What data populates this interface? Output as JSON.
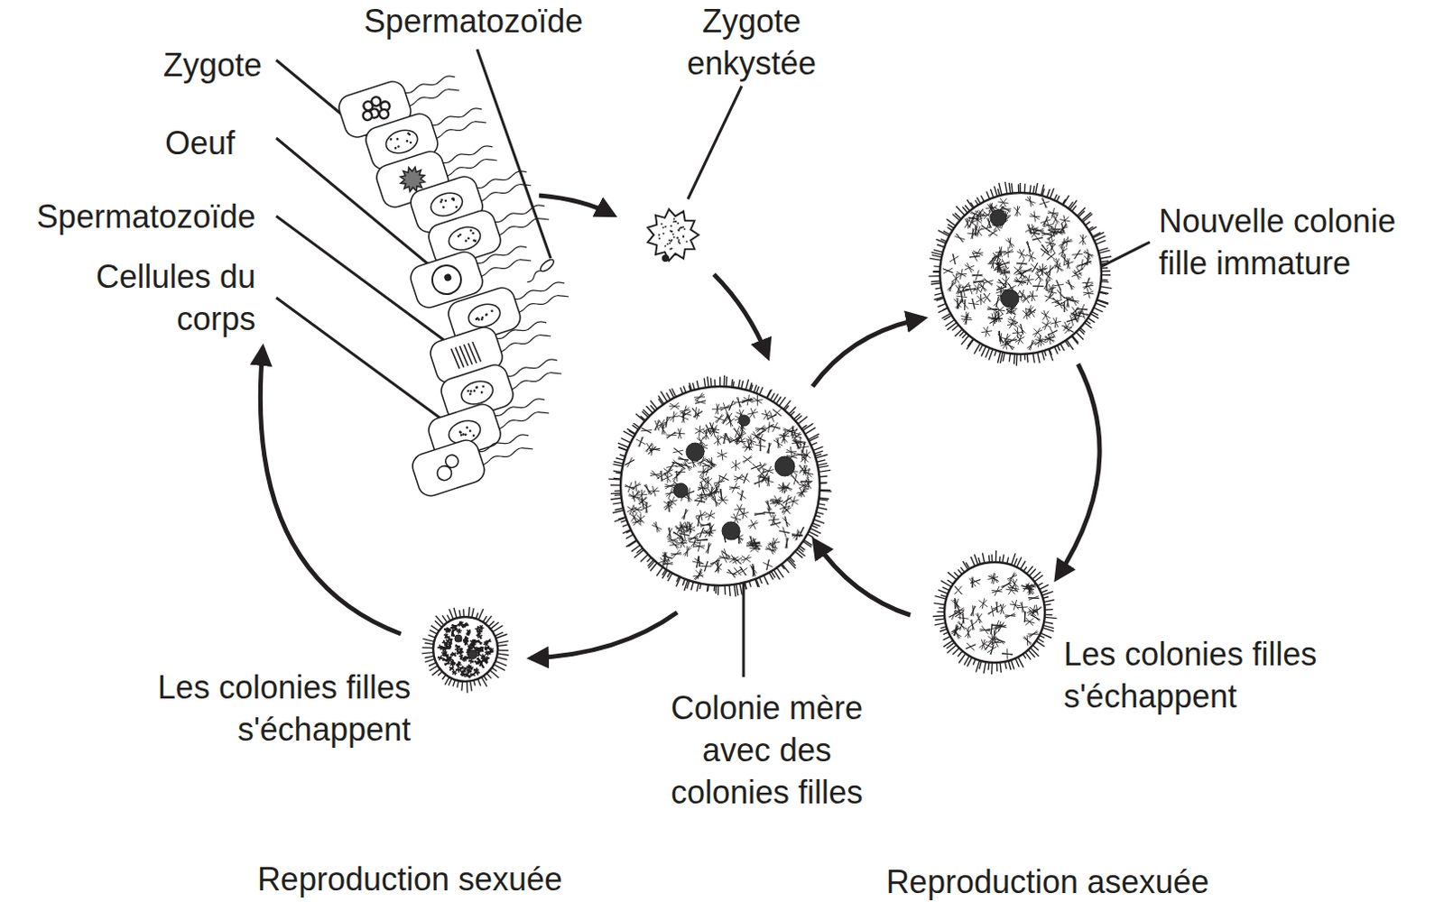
{
  "diagram": {
    "labels": [
      "Spermatozoïde",
      "Zygote enkystée",
      "Zygote",
      "Oeuf",
      "Spermatozoïde",
      "Nouvelle colonie fille immature",
      "Cellules du corps",
      "Les colonies filles s'échappent",
      "Colonie mère avec des colonies filles",
      "Les colonies filles s'échappent",
      "Reproduction sexuée",
      "Reproduction asexuée"
    ]
  }
}
